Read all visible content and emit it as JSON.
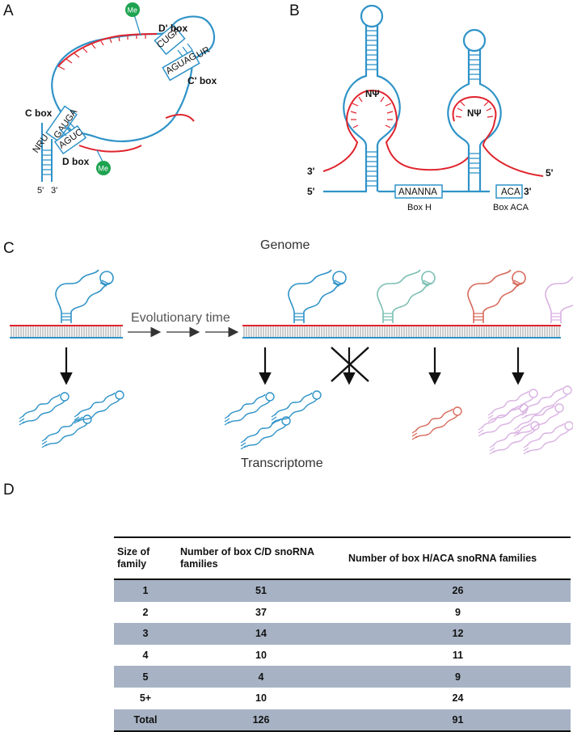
{
  "panel_a": {
    "letter": "A",
    "d_prime_box": "D' box",
    "c_prime_box": "C' box",
    "c_box": "C box",
    "d_box": "D box",
    "cuga": "CUGA",
    "aguag": "AGUAG",
    "ur": "UR",
    "nru": "NRU",
    "gauga": "GAUGA",
    "aguc": "AGUC",
    "five_prime": "5'",
    "three_prime": "3'",
    "me_top": "Me",
    "me_bottom": "Me"
  },
  "panel_b": {
    "letter": "B",
    "npsi_left": "NΨ",
    "npsi_right": "NΨ",
    "three_prime_left": "3'",
    "five_prime_left": "5'",
    "five_prime_right": "5'",
    "three_prime_right": "3'",
    "ananna": "ANANNA",
    "aca": "ACA",
    "box_h": "Box H",
    "box_aca": "Box ACA"
  },
  "panel_c": {
    "letter": "C",
    "genome": "Genome",
    "evolutionary_time": "Evolutionary time",
    "transcriptome": "Transcriptome",
    "colors": {
      "blue": "#2f93c8",
      "teal": "#7bbfb3",
      "red": "#d76a5c",
      "pink": "#d9b2e2",
      "genome_red": "#e0232d"
    }
  },
  "panel_d": {
    "letter": "D",
    "headers": [
      "Size of family",
      "Number of box C/D snoRNA families",
      "Number of box H/ACA snoRNA families"
    ],
    "rows": [
      [
        "1",
        "51",
        "26"
      ],
      [
        "2",
        "37",
        "9"
      ],
      [
        "3",
        "14",
        "12"
      ],
      [
        "4",
        "10",
        "11"
      ],
      [
        "5",
        "4",
        "9"
      ],
      [
        "5+",
        "10",
        "24"
      ],
      [
        "Total",
        "126",
        "91"
      ]
    ],
    "shade_color": "#a7b3c4"
  }
}
